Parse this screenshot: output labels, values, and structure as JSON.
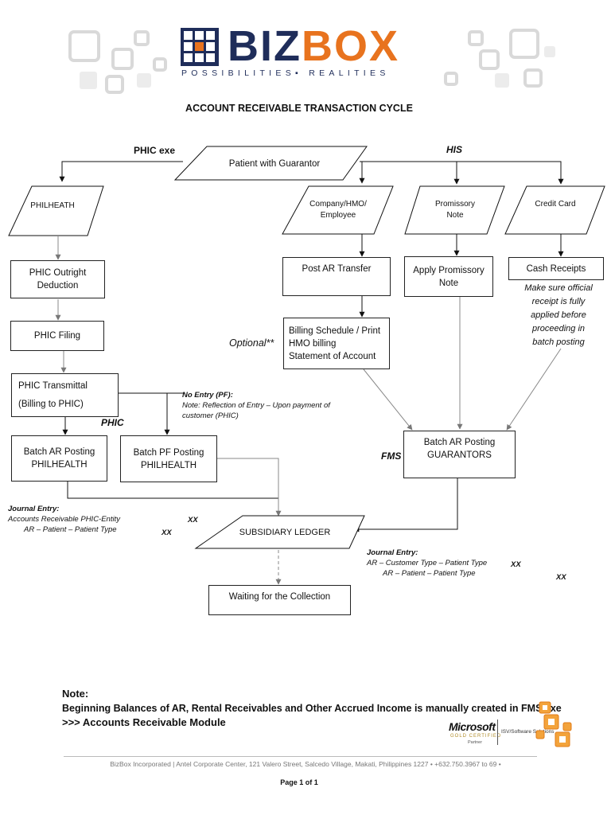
{
  "header": {
    "logo_text_biz": "BIZ",
    "logo_text_box": "BOX",
    "tagline": "POSSIBILITIES▪ REALITIES",
    "brand_color_navy": "#1f2d5a",
    "brand_color_orange": "#e8731e"
  },
  "title": "ACCOUNT RECEIVABLE TRANSACTION CYCLE",
  "labels": {
    "phic_exe": "PHIC exe",
    "his": "HIS",
    "optional": "Optional**",
    "phic": "PHIC",
    "fms": "FMS"
  },
  "nodes": {
    "patient_guarantor": "Patient with Guarantor",
    "philheath": "PHILHEATH",
    "company_hmo_line1": "Company/HMO/",
    "company_hmo_line2": "Employee",
    "promissory_line1": "Promissory",
    "promissory_line2": "Note",
    "credit_card": "Credit Card",
    "phic_outright_line1": "PHIC Outright",
    "phic_outright_line2": "Deduction",
    "phic_filing": "PHIC Filing",
    "phic_transmittal_line1": "PHIC Transmittal",
    "phic_transmittal_line2": "(Billing to PHIC)",
    "batch_ar_phil_line1": "Batch AR Posting",
    "batch_ar_phil_line2": "PHILHEALTH",
    "batch_pf_phil_line1": "Batch PF Posting",
    "batch_pf_phil_line2": "PHILHEALTH",
    "post_ar_transfer": "Post AR Transfer",
    "apply_promissory_line1": "Apply Promissory",
    "apply_promissory_line2": "Note",
    "cash_receipts": "Cash Receipts",
    "billing_line1": "Billing Schedule / Print",
    "billing_line2": "HMO billing",
    "billing_line3": "Statement of Account",
    "batch_ar_guar_line1": "Batch AR Posting",
    "batch_ar_guar_line2": "GUARANTORS",
    "subsidiary_ledger": "SUBSIDIARY LEDGER",
    "waiting_collection": "Waiting for the Collection"
  },
  "annotations": {
    "official_receipt_line1": "Make sure official",
    "official_receipt_line2": "receipt is fully",
    "official_receipt_line3": "applied before",
    "official_receipt_line4": "proceeding in",
    "official_receipt_line5": "batch posting",
    "no_entry_title": "No Entry (PF):",
    "no_entry_line1": "Note: Reflection of Entry – Upon payment of",
    "no_entry_line2": "customer (PHIC)"
  },
  "journal_left": {
    "title": "Journal Entry:",
    "line1": "Accounts Receivable PHIC-Entity",
    "line1_value": "XX",
    "line2": "AR – Patient – Patient Type",
    "line2_value": "XX"
  },
  "journal_right": {
    "title": "Journal Entry:",
    "line1": "AR – Customer Type – Patient Type",
    "line1_value": "XX",
    "line2": "AR – Patient – Patient Type",
    "line2_value": "XX"
  },
  "bottom_note": {
    "title": "Note:",
    "line1": "Beginning Balances of AR, Rental Receivables and Other Accrued Income is manually created in  FMS exe",
    "line2": ">>> Accounts Receivable Module"
  },
  "partner": {
    "microsoft": "Microsoft",
    "gold_certified": "GOLD CERTIFIED",
    "partner": "Partner",
    "isv": "ISV/Software  Solutions"
  },
  "footer": {
    "address": "BizBox Incorporated | Antel Corporate Center, 121 Valero Street, Salcedo Village, Makati, Philippines 1227 • +632.750.3967 to 69 •",
    "page": "Page 1 of 1"
  }
}
